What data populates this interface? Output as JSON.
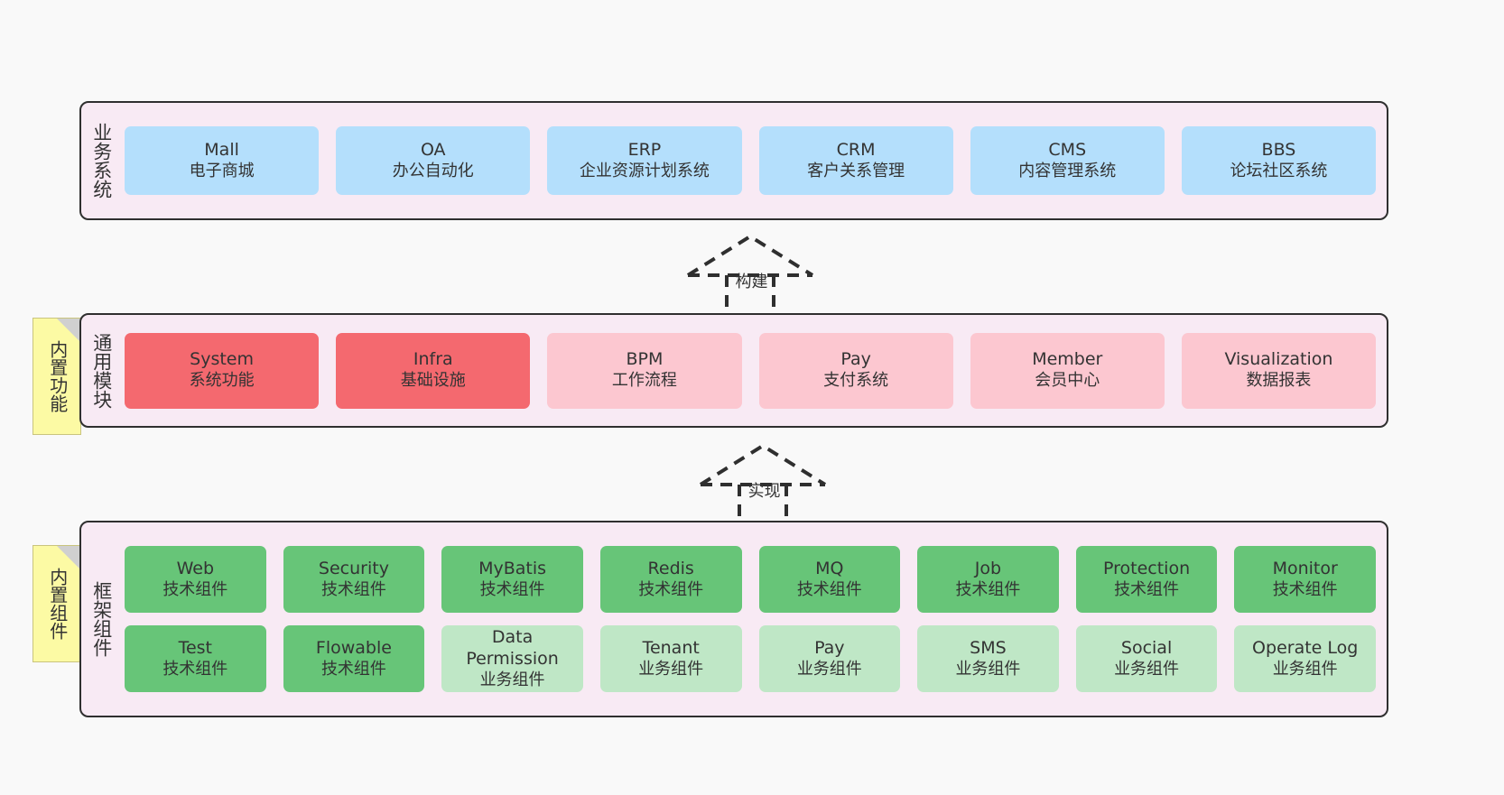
{
  "page": {
    "background_color": "#f9f9f9",
    "text_color": "#333333"
  },
  "colors": {
    "layer_bg": "#f8eaf4",
    "layer_border": "#2f2f2f",
    "business_node": "#b4dffc",
    "module_node_strong": "#f4696f",
    "module_node_soft": "#fcc7d0",
    "framework_tech": "#67c578",
    "framework_biz": "#bfe7c6",
    "note_bg": "#fcfaa4"
  },
  "layers": {
    "business": {
      "title": "业务系统",
      "nodes": [
        {
          "en": "Mall",
          "cn": "电子商城"
        },
        {
          "en": "OA",
          "cn": "办公自动化"
        },
        {
          "en": "ERP",
          "cn": "企业资源计划系统"
        },
        {
          "en": "CRM",
          "cn": "客户关系管理"
        },
        {
          "en": "CMS",
          "cn": "内容管理系统"
        },
        {
          "en": "BBS",
          "cn": "论坛社区系统"
        }
      ]
    },
    "modules": {
      "title": "通用模块",
      "note": "内置功能",
      "nodes": [
        {
          "en": "System",
          "cn": "系统功能",
          "style": "red"
        },
        {
          "en": "Infra",
          "cn": "基础设施",
          "style": "red"
        },
        {
          "en": "BPM",
          "cn": "工作流程",
          "style": "pink"
        },
        {
          "en": "Pay",
          "cn": "支付系统",
          "style": "pink"
        },
        {
          "en": "Member",
          "cn": "会员中心",
          "style": "pink"
        },
        {
          "en": "Visualization",
          "cn": "数据报表",
          "style": "pink"
        }
      ]
    },
    "framework": {
      "title": "框架组件",
      "note": "内置组件",
      "row1": [
        {
          "en": "Web",
          "cn": "技术组件",
          "style": "green"
        },
        {
          "en": "Security",
          "cn": "技术组件",
          "style": "green"
        },
        {
          "en": "MyBatis",
          "cn": "技术组件",
          "style": "green"
        },
        {
          "en": "Redis",
          "cn": "技术组件",
          "style": "green"
        },
        {
          "en": "MQ",
          "cn": "技术组件",
          "style": "green"
        },
        {
          "en": "Job",
          "cn": "技术组件",
          "style": "green"
        },
        {
          "en": "Protection",
          "cn": "技术组件",
          "style": "green"
        },
        {
          "en": "Monitor",
          "cn": "技术组件",
          "style": "green"
        }
      ],
      "row2": [
        {
          "en": "Test",
          "cn": "技术组件",
          "style": "green"
        },
        {
          "en": "Flowable",
          "cn": "技术组件",
          "style": "green"
        },
        {
          "en": "Data Permission",
          "cn": "业务组件",
          "style": "mint"
        },
        {
          "en": "Tenant",
          "cn": "业务组件",
          "style": "mint"
        },
        {
          "en": "Pay",
          "cn": "业务组件",
          "style": "mint"
        },
        {
          "en": "SMS",
          "cn": "业务组件",
          "style": "mint"
        },
        {
          "en": "Social",
          "cn": "业务组件",
          "style": "mint"
        },
        {
          "en": "Operate Log",
          "cn": "业务组件",
          "style": "mint"
        }
      ]
    }
  },
  "arrows": [
    {
      "id": "build",
      "label": "构建",
      "from": "通用模块",
      "to": "业务系统"
    },
    {
      "id": "implement",
      "label": "实现",
      "from": "框架组件",
      "to": "通用模块"
    }
  ]
}
